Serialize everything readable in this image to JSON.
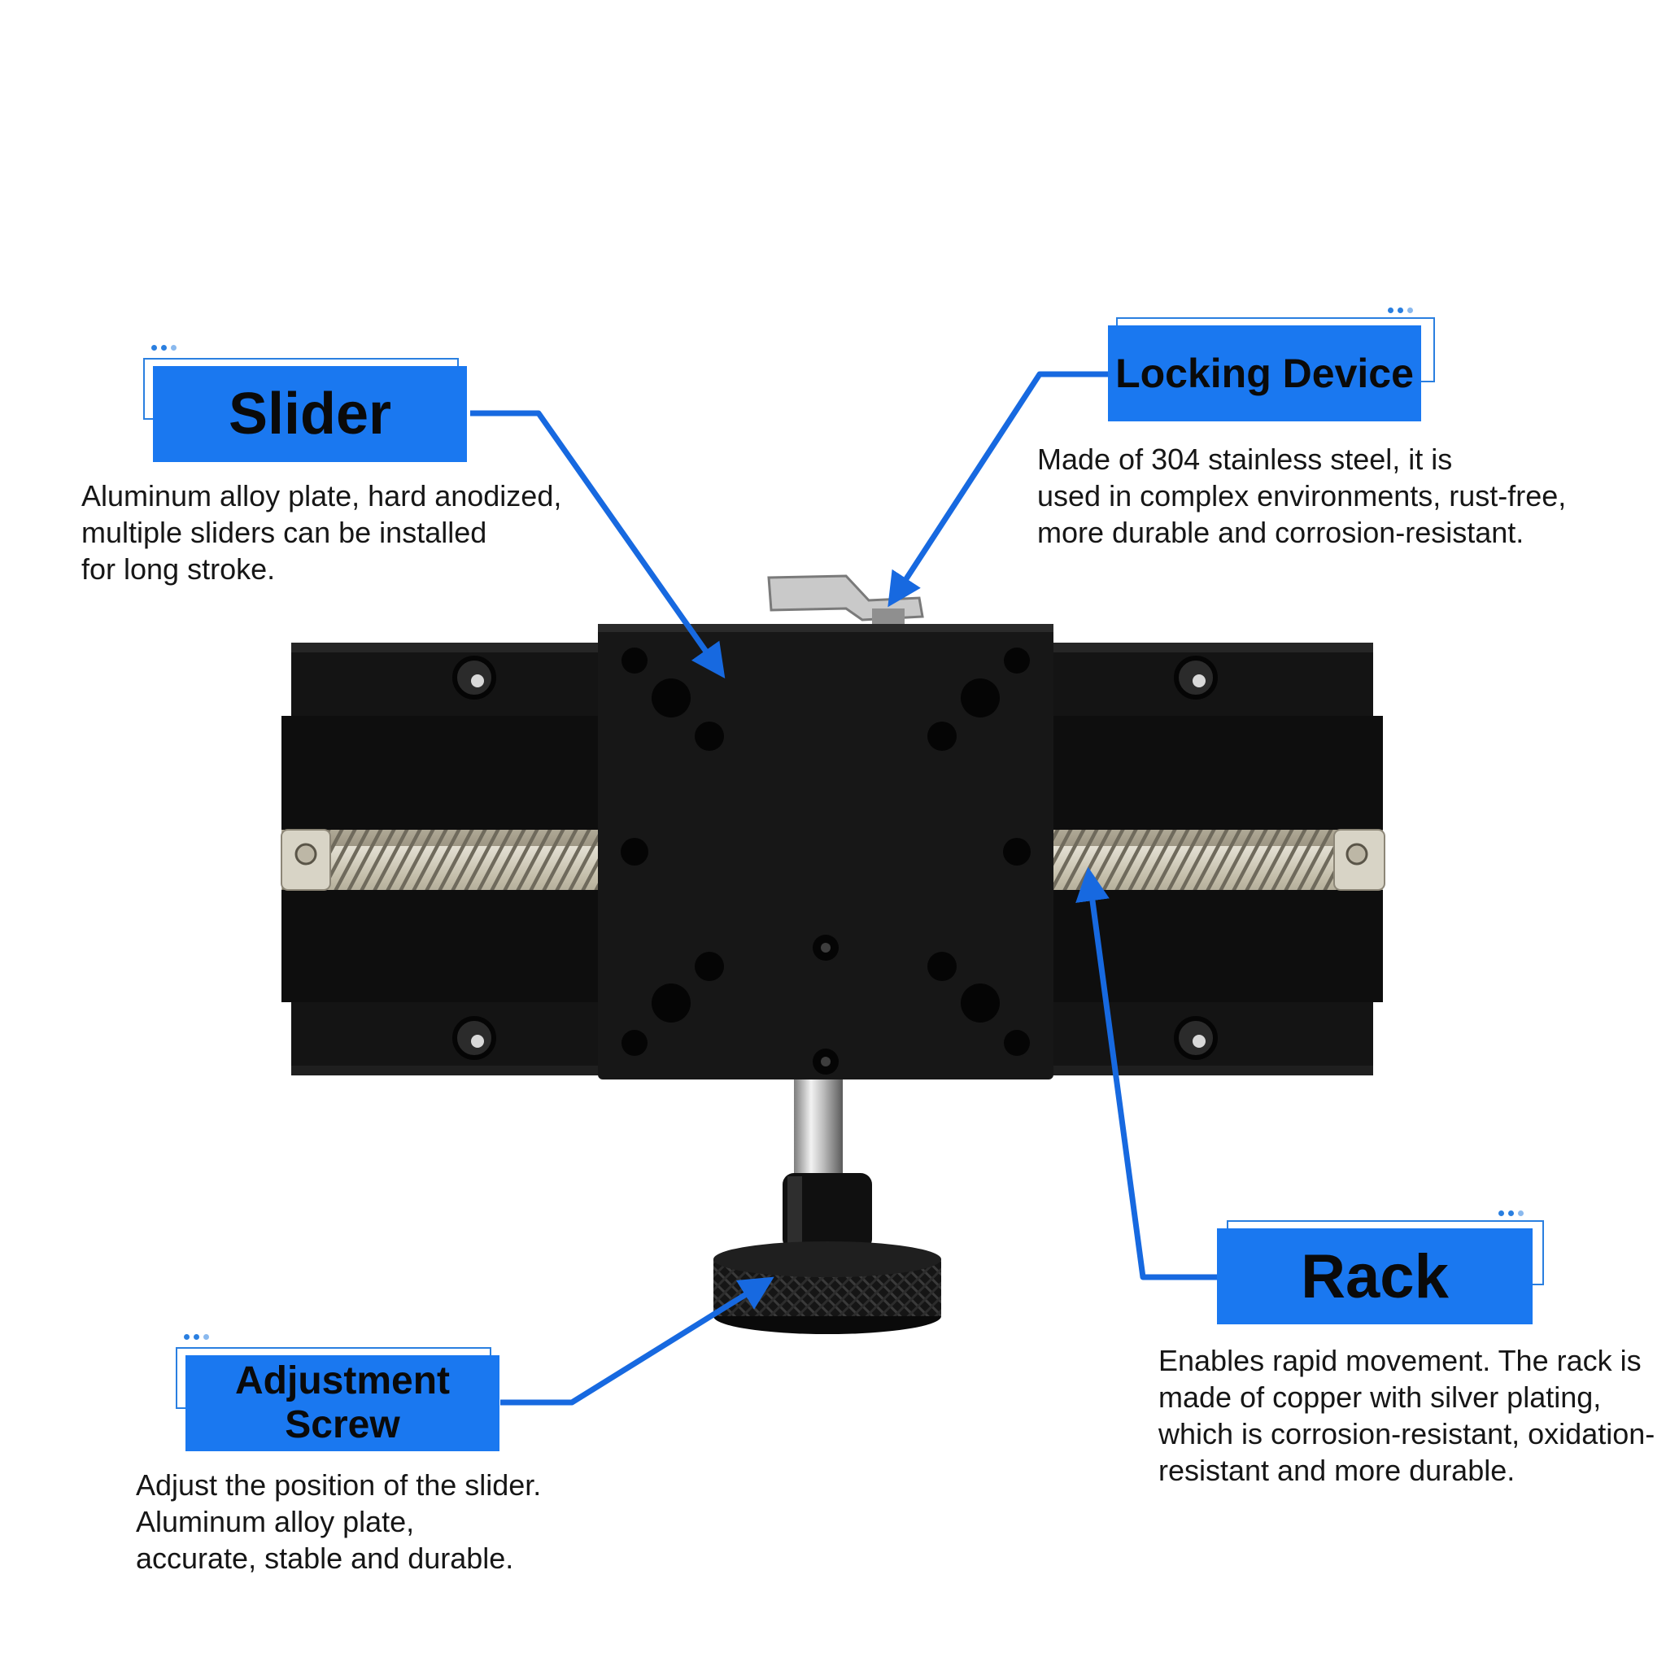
{
  "callouts": {
    "slider": {
      "title": "Slider",
      "lines": [
        "Aluminum alloy plate, hard anodized,",
        "multiple sliders can be installed",
        "for long stroke."
      ]
    },
    "locking": {
      "title": "Locking Device",
      "lines": [
        "Made of 304 stainless steel, it is",
        "used in complex environments, rust-free,",
        "more durable and corrosion-resistant."
      ]
    },
    "rack": {
      "title": "Rack",
      "lines": [
        "Enables rapid movement. The rack is",
        "made of copper with silver plating,",
        "which is corrosion-resistant, oxidation-",
        " resistant and more durable."
      ]
    },
    "screw": {
      "title_line1": "Adjustment",
      "title_line2": "Screw",
      "lines": [
        "Adjust the position of the slider.",
        "Aluminum alloy plate,",
        "accurate, stable and durable."
      ]
    }
  },
  "colors": {
    "accent": "#1a78f0",
    "arrow": "#1769e0",
    "body": "#111111",
    "rack": "#c9c4b4"
  }
}
